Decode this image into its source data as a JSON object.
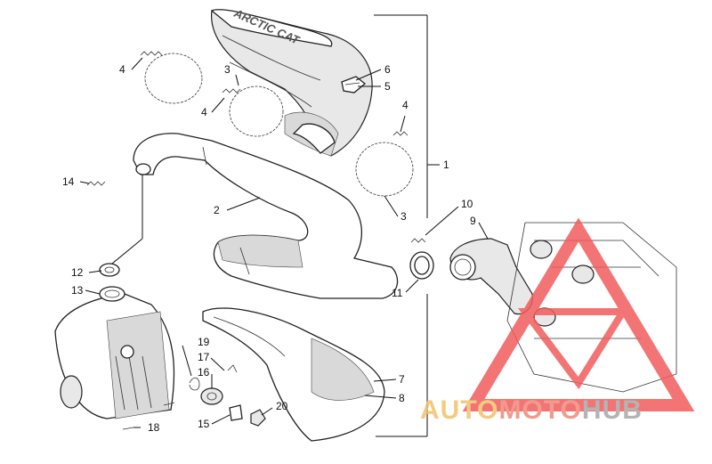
{
  "diagram": {
    "callouts": [
      {
        "id": "c4a",
        "text": "4"
      },
      {
        "id": "c3a",
        "text": "3"
      },
      {
        "id": "c4b",
        "text": "4"
      },
      {
        "id": "c6",
        "text": "6"
      },
      {
        "id": "c5",
        "text": "5"
      },
      {
        "id": "c4c",
        "text": "4"
      },
      {
        "id": "c1",
        "text": "1"
      },
      {
        "id": "c14",
        "text": "14"
      },
      {
        "id": "c2",
        "text": "2"
      },
      {
        "id": "c3b",
        "text": "3"
      },
      {
        "id": "c10",
        "text": "10"
      },
      {
        "id": "c9",
        "text": "9"
      },
      {
        "id": "c12",
        "text": "12"
      },
      {
        "id": "c13",
        "text": "13"
      },
      {
        "id": "c11",
        "text": "11"
      },
      {
        "id": "c19",
        "text": "19"
      },
      {
        "id": "c17",
        "text": "17"
      },
      {
        "id": "c16",
        "text": "16"
      },
      {
        "id": "c7",
        "text": "7"
      },
      {
        "id": "c8",
        "text": "8"
      },
      {
        "id": "c20",
        "text": "20"
      },
      {
        "id": "c15",
        "text": "15"
      },
      {
        "id": "c18",
        "text": "18"
      }
    ],
    "muffler_label": "ARCTIC CAT"
  },
  "watermark": {
    "part1": "AUTO",
    "part2": "MOTO",
    "part3": "HUB",
    "color_auto": "#f2c36b",
    "color_moto": "#ef8a7c",
    "color_hub": "#a7a7a7",
    "triangle_color": "#f25c5c"
  }
}
